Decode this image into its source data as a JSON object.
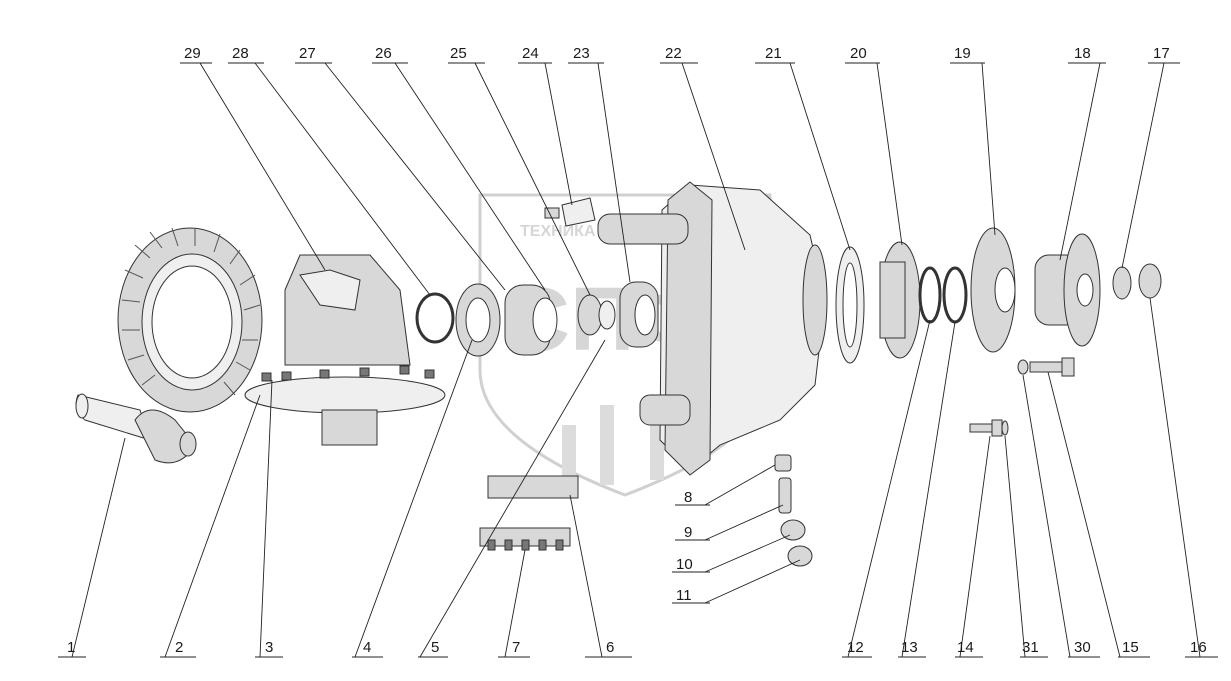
{
  "watermark": {
    "top_text": "ТЕХНИКА И ЗАПЧАСТИ",
    "logo_text": "СПФ"
  },
  "callouts": [
    {
      "id": "c1",
      "label": "1"
    },
    {
      "id": "c2",
      "label": "2"
    },
    {
      "id": "c3",
      "label": "3"
    },
    {
      "id": "c4",
      "label": "4"
    },
    {
      "id": "c5",
      "label": "5"
    },
    {
      "id": "c7",
      "label": "7"
    },
    {
      "id": "c6",
      "label": "6"
    },
    {
      "id": "c8",
      "label": "8"
    },
    {
      "id": "c9",
      "label": "9"
    },
    {
      "id": "c10",
      "label": "10"
    },
    {
      "id": "c11",
      "label": "11"
    },
    {
      "id": "c12",
      "label": "12"
    },
    {
      "id": "c13",
      "label": "13"
    },
    {
      "id": "c14",
      "label": "14"
    },
    {
      "id": "c31",
      "label": "31"
    },
    {
      "id": "c30",
      "label": "30"
    },
    {
      "id": "c15",
      "label": "15"
    },
    {
      "id": "c16",
      "label": "16"
    },
    {
      "id": "c17",
      "label": "17"
    },
    {
      "id": "c18",
      "label": "18"
    },
    {
      "id": "c19",
      "label": "19"
    },
    {
      "id": "c20",
      "label": "20"
    },
    {
      "id": "c21",
      "label": "21"
    },
    {
      "id": "c22",
      "label": "22"
    },
    {
      "id": "c23",
      "label": "23"
    },
    {
      "id": "c24",
      "label": "24"
    },
    {
      "id": "c25",
      "label": "25"
    },
    {
      "id": "c26",
      "label": "26"
    },
    {
      "id": "c27",
      "label": "27"
    },
    {
      "id": "c28",
      "label": "28"
    },
    {
      "id": "c29",
      "label": "29"
    }
  ]
}
